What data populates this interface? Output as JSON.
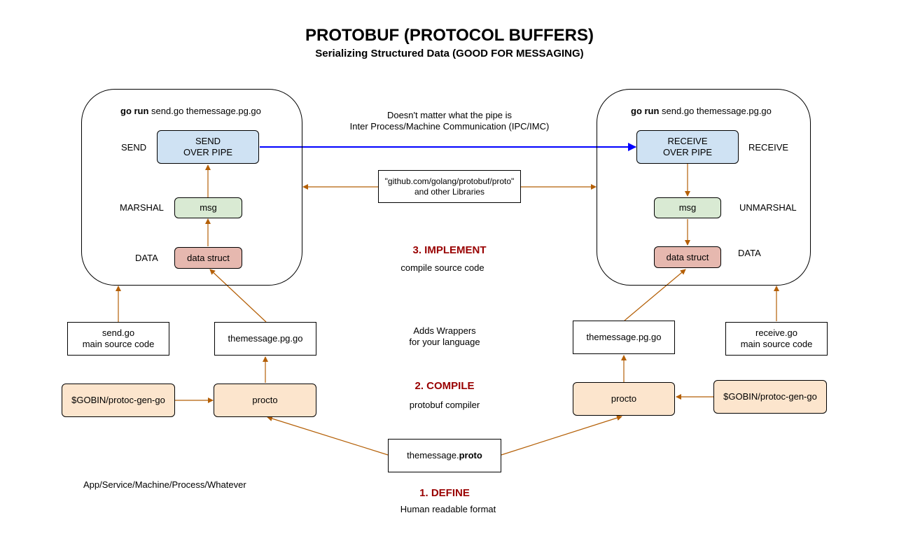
{
  "header": {
    "title": "PROTOBUF (PROTOCOL BUFFERS)",
    "subtitle": "Serializing Structured Data (GOOD FOR MESSAGING)"
  },
  "left": {
    "cmd_bold": "go run",
    "cmd_rest": " send.go themessage.pg.go",
    "send_label": "SEND",
    "send_box_line1": "SEND",
    "send_box_line2": "OVER PIPE",
    "marshal_label": "MARSHAL",
    "msg_box": "msg",
    "data_label": "DATA",
    "data_box": "data struct",
    "source_line1": "send.go",
    "source_line2": "main source code",
    "generated": "themessage.pg.go",
    "plugin": "$GOBIN/protoc-gen-go",
    "procto": "procto"
  },
  "right": {
    "cmd_bold": "go run",
    "cmd_rest": " send.go themessage.pg.go",
    "receive_label": "RECEIVE",
    "receive_box_line1": "RECEIVE",
    "receive_box_line2": "OVER PIPE",
    "unmarshal_label": "UNMARSHAL",
    "msg_box": "msg",
    "data_label": "DATA",
    "data_box": "data struct",
    "source_line1": "receive.go",
    "source_line2": "main source code",
    "generated": "themessage.pg.go",
    "plugin": "$GOBIN/protoc-gen-go",
    "procto": "procto"
  },
  "middle": {
    "pipe_line1": "Doesn't matter what the pipe is",
    "pipe_line2": "Inter Process/Machine Communication (IPC/IMC)",
    "lib_line1": "\"github.com/golang/protobuf/proto\"",
    "lib_line2": "and other Libraries",
    "implement_title": "3. IMPLEMENT",
    "implement_desc": "compile source code",
    "wrappers_line1": "Adds Wrappers",
    "wrappers_line2": "for your language",
    "compile_title": "2. COMPILE",
    "compile_desc": "protobuf compiler",
    "proto_file_name": "themessage.",
    "proto_file_ext": "proto",
    "define_title": "1. DEFINE",
    "define_desc": "Human readable format"
  },
  "footer": {
    "app_label": "App/Service/Machine/Process/Whatever"
  },
  "colors": {
    "arrow_orange": "#b45f06",
    "arrow_blue": "#0000ff",
    "step_red": "#990000"
  }
}
